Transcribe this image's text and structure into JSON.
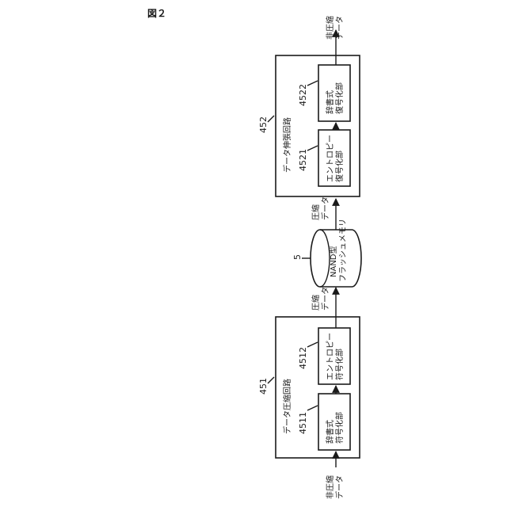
{
  "figure_title": "図２",
  "input": {
    "line1": "非圧縮",
    "line2": "データ"
  },
  "output": {
    "line1": "非圧縮",
    "line2": "データ"
  },
  "compressor": {
    "ref": "451",
    "title": "データ圧縮回路",
    "blocks": [
      {
        "ref": "4511",
        "line1": "辞書式",
        "line2": "符号化部"
      },
      {
        "ref": "4512",
        "line1": "エントロピー",
        "line2": "符号化部"
      }
    ]
  },
  "compressed_out": {
    "line1": "圧縮",
    "line2": "データ"
  },
  "memory": {
    "ref": "5",
    "line1": "NAND型",
    "line2": "フラッシュメモリ"
  },
  "compressed_in": {
    "line1": "圧縮",
    "line2": "データ"
  },
  "decompressor": {
    "ref": "452",
    "title": "データ伸張回路",
    "blocks": [
      {
        "ref": "4521",
        "line1": "エントロピー",
        "line2": "復号化部"
      },
      {
        "ref": "4522",
        "line1": "辞書式",
        "line2": "復号化部"
      }
    ]
  }
}
